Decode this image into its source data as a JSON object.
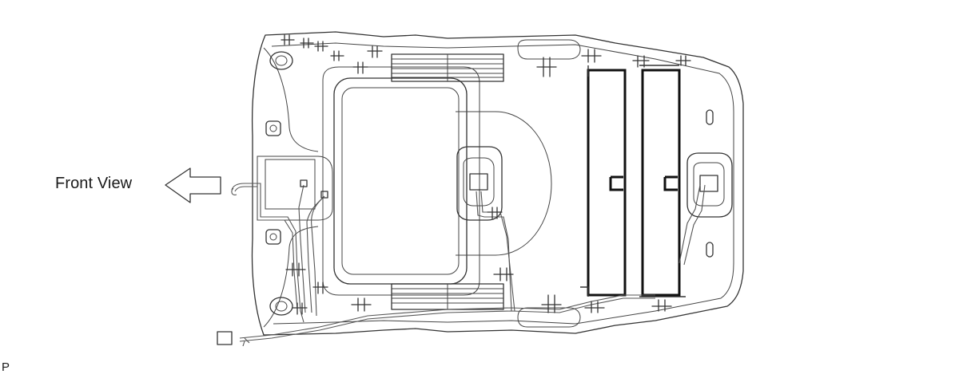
{
  "labels": {
    "front_view": "Front View",
    "corner_code": "P"
  },
  "icons": {
    "direction_arrow": "arrow-left-outline"
  }
}
